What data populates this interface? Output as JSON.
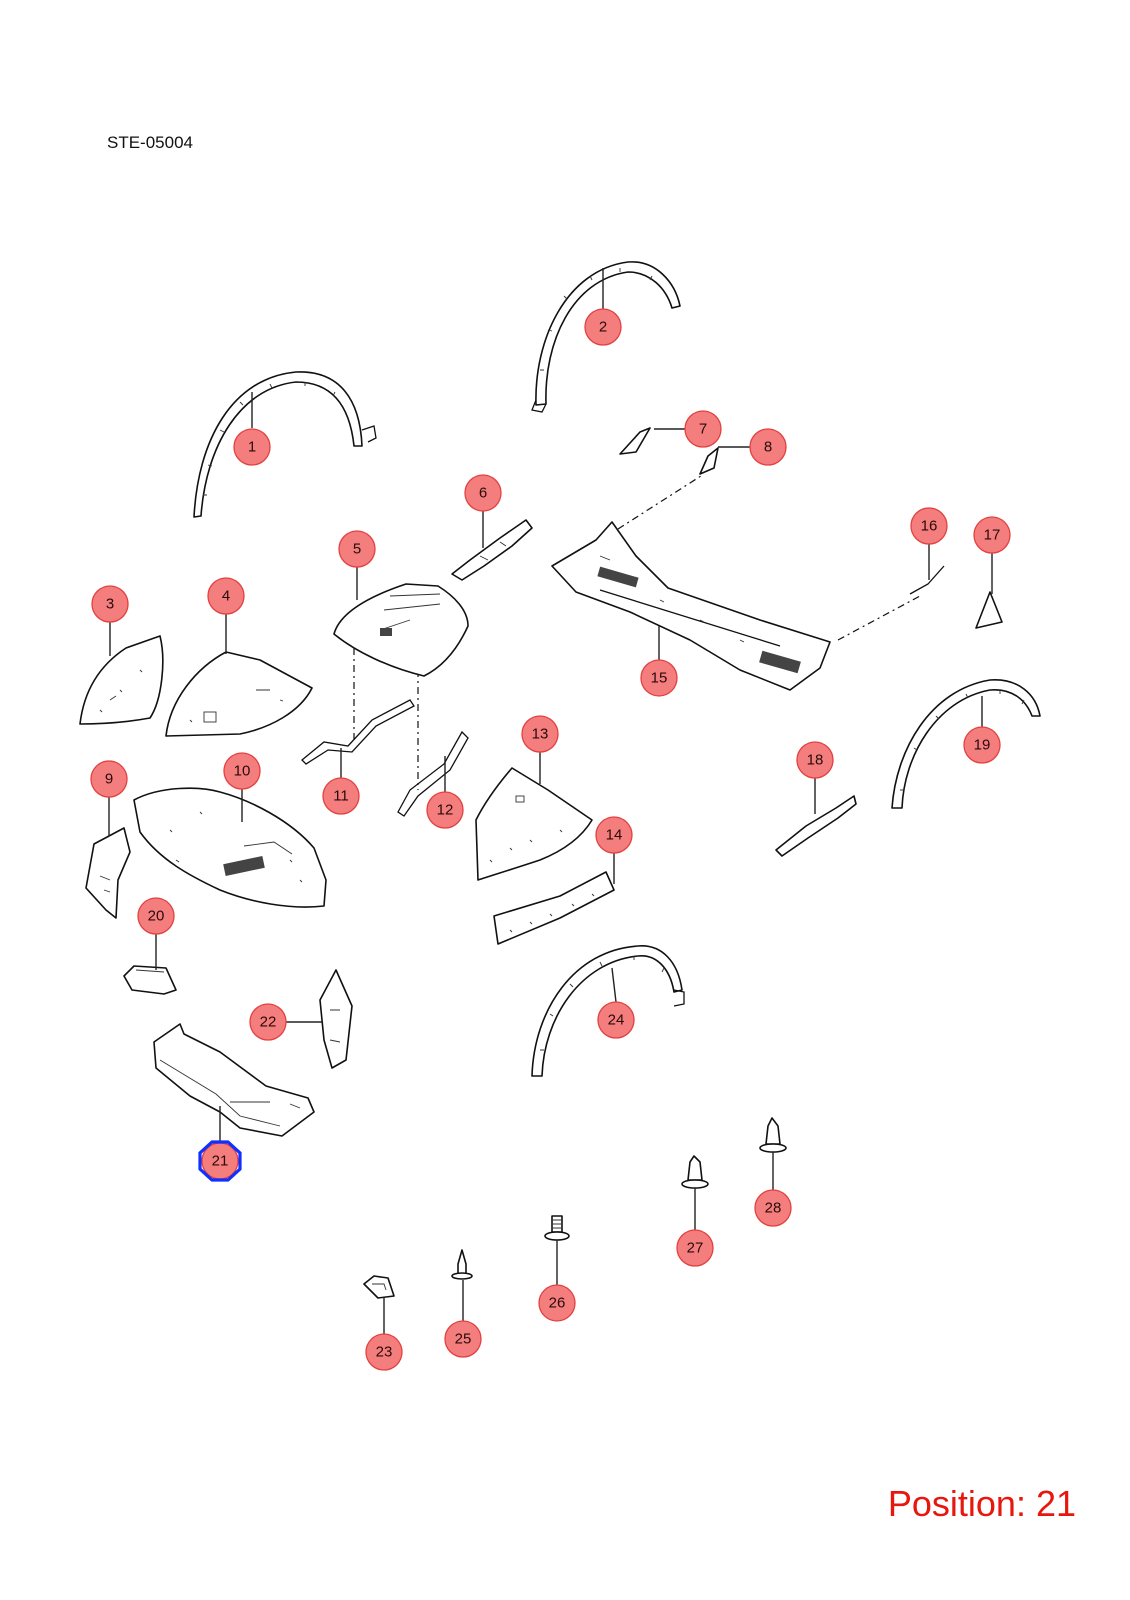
{
  "diagram_code": "STE-05004",
  "position_label": "Position: 21",
  "selected_callout": "21",
  "colors": {
    "callout_fill": "#f47e7e",
    "callout_stroke": "#e34040",
    "highlight": "#1030ff",
    "position_text": "#e8170e"
  },
  "callouts": [
    "1",
    "2",
    "3",
    "4",
    "5",
    "6",
    "7",
    "8",
    "9",
    "10",
    "11",
    "12",
    "13",
    "14",
    "15",
    "16",
    "17",
    "18",
    "19",
    "20",
    "21",
    "22",
    "23",
    "24",
    "25",
    "26",
    "27",
    "28"
  ]
}
